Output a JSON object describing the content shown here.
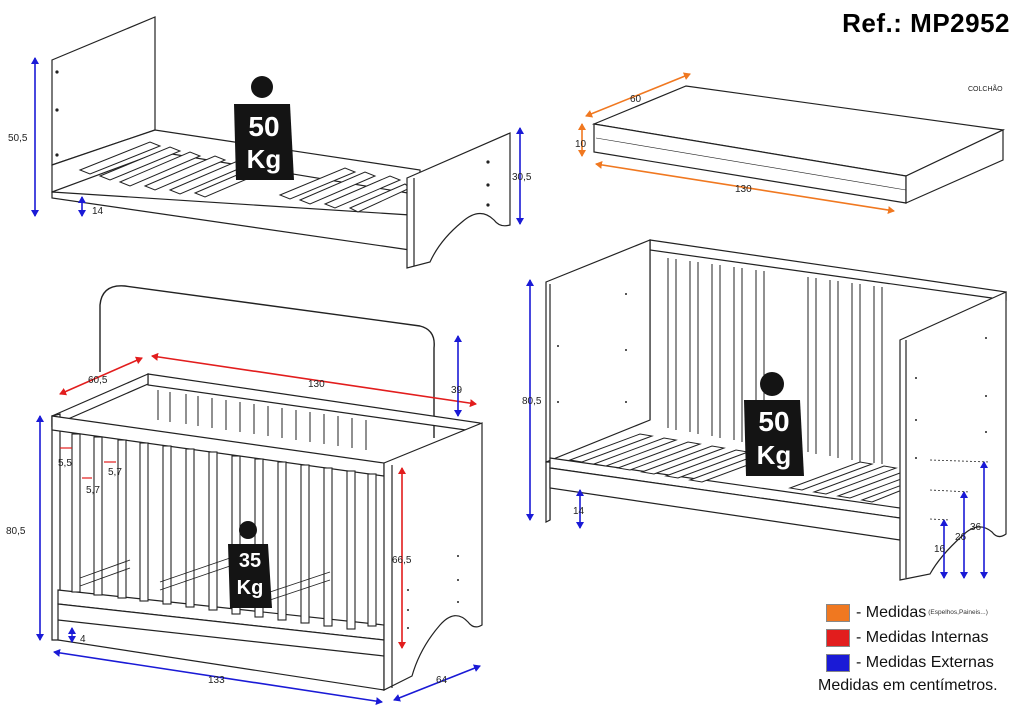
{
  "header": {
    "reference": "Ref.: MP2952"
  },
  "colors": {
    "orange": "#f07820",
    "red": "#e21d1d",
    "blue": "#1a1ad6",
    "outline": "#222222",
    "weight_fill": "#141414"
  },
  "bed_view": {
    "weight": {
      "value": "50",
      "unit": "Kg"
    },
    "dims": {
      "height_head": "50,5",
      "height_foot": "30,5",
      "floor_gap": "14"
    }
  },
  "mattress_view": {
    "label": "COLCHÃO",
    "dims": {
      "width": "60",
      "thickness": "10",
      "length": "130"
    }
  },
  "crib_view": {
    "weight": {
      "value": "35",
      "unit": "Kg"
    },
    "dims": {
      "depth_inner": "60,5",
      "length_inner": "130",
      "arc_height": "39",
      "height_total": "80,5",
      "inner_height": "66,5",
      "gap_a": "5,5",
      "gap_b": "5,7",
      "gap_c": "5,7",
      "floor_gap": "4",
      "length_total": "133",
      "depth_total": "64"
    }
  },
  "daybed_view": {
    "weight": {
      "value": "50",
      "unit": "Kg"
    },
    "dims": {
      "height_total": "80,5",
      "floor_gap": "14",
      "level_1": "16",
      "level_2": "26",
      "level_3": "36"
    }
  },
  "legend": {
    "items": [
      {
        "label": "- Medidas",
        "note": "(Espelhos,Paineis...)",
        "color": "#f07820"
      },
      {
        "label": "- Medidas Internas",
        "note": "",
        "color": "#e21d1d"
      },
      {
        "label": "- Medidas Externas",
        "note": "",
        "color": "#1a1ad6"
      }
    ],
    "footer": "Medidas em centímetros."
  }
}
